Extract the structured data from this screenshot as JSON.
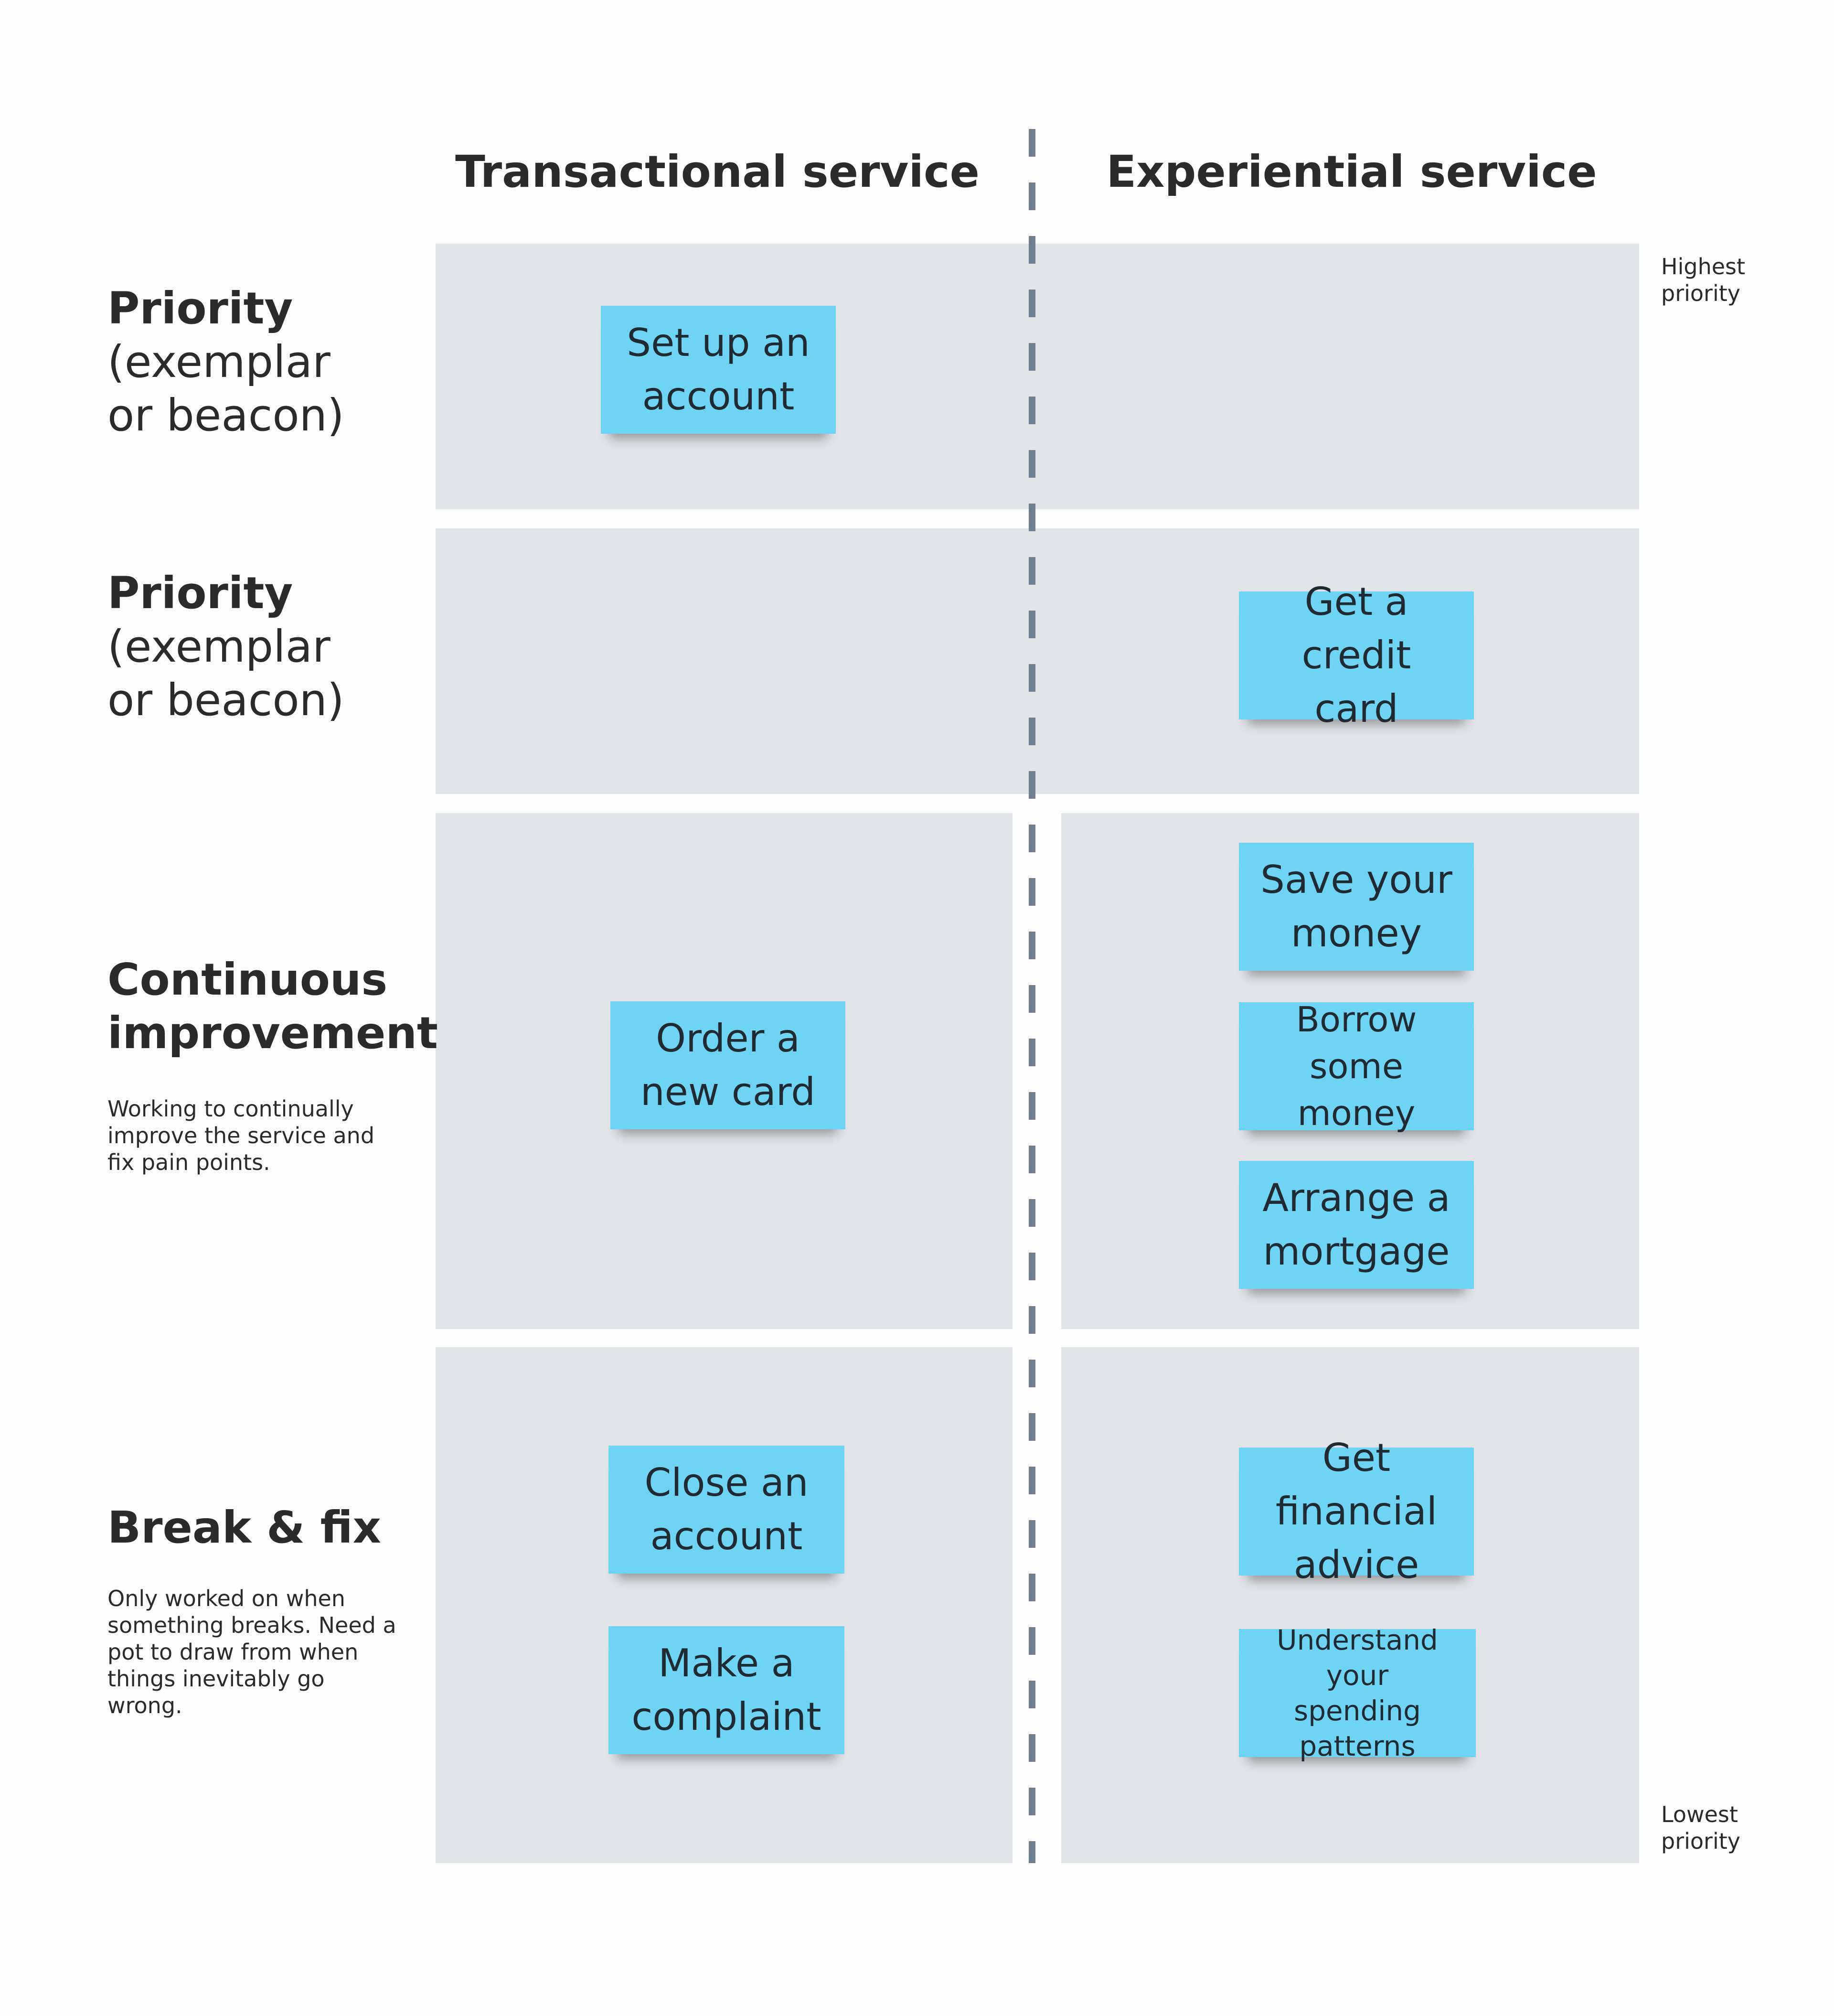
{
  "columns": {
    "transactional": "Transactional service",
    "experiential": "Experiential service"
  },
  "rows": [
    {
      "title": "Priority",
      "subtitle_line1": "(exemplar",
      "subtitle_line2": "or beacon)"
    },
    {
      "title": "Priority",
      "subtitle_line1": "(exemplar",
      "subtitle_line2": "or beacon)"
    },
    {
      "title_line1": "Continuous",
      "title_line2": "improvement",
      "description": "Working to continually improve the service and fix pain points."
    },
    {
      "title": "Break & fix",
      "description": "Only worked on when something breaks. Need a pot to draw from when things inevitably go wrong."
    }
  ],
  "scale": {
    "highest_line1": "Highest",
    "highest_line2": "priority",
    "lowest_line1": "Lowest",
    "lowest_line2": "priority"
  },
  "notes": {
    "set_up_account": [
      "Set up an",
      "account"
    ],
    "get_credit_card": [
      "Get a credit",
      "card"
    ],
    "order_new_card": [
      "Order a",
      "new card"
    ],
    "save_money": [
      "Save your",
      "money"
    ],
    "borrow_money": [
      "Borrow",
      "some money"
    ],
    "arrange_mortgage": [
      "Arrange a",
      "mortgage"
    ],
    "close_account": [
      "Close an",
      "account"
    ],
    "make_complaint": [
      "Make a",
      "complaint"
    ],
    "financial_advice": [
      "Get financial",
      "advice"
    ],
    "spending_patterns": [
      "Understand your",
      "spending",
      "patterns"
    ]
  },
  "colors": {
    "note": "#6fd3f3",
    "row_background": "#e1e4e9",
    "divider": "#6e7f8f",
    "text": "#2b2b2b"
  }
}
